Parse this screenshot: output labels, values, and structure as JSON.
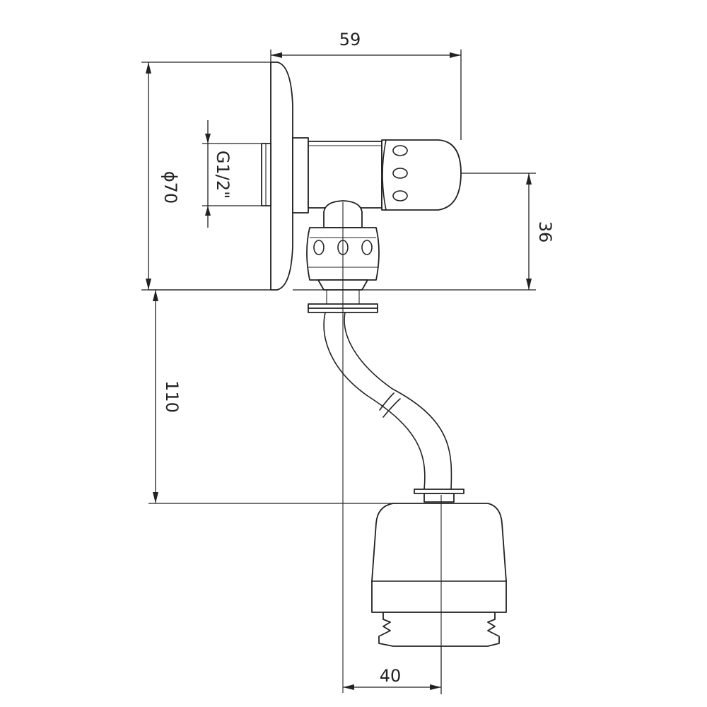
{
  "drawing": {
    "dimensions": {
      "top_width": "59",
      "thread": "G1/2\"",
      "flange_diameter": "ϕ70",
      "outlet_offset": "36",
      "drop_height": "110",
      "bottom_width": "40"
    },
    "colors": {
      "line": "#222222",
      "background": "#ffffff"
    }
  }
}
